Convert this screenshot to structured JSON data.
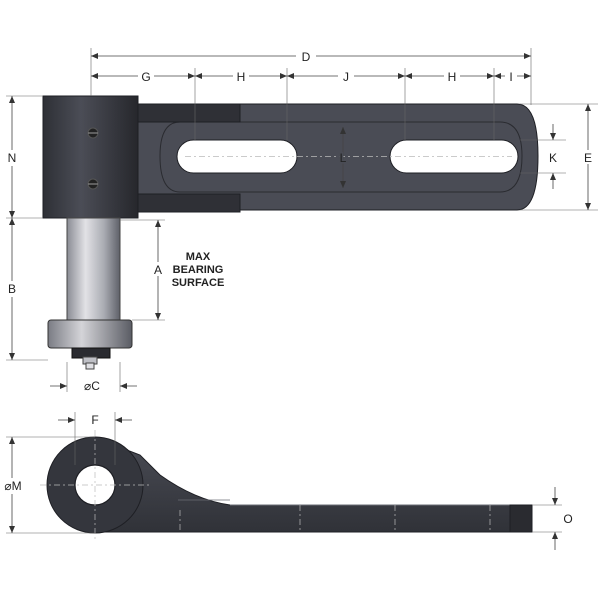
{
  "diagram": {
    "labels": {
      "D": "D",
      "G": "G",
      "H1": "H",
      "J": "J",
      "H2": "H",
      "I": "I",
      "N": "N",
      "L": "L",
      "K": "K",
      "E": "E",
      "A": "A",
      "B": "B",
      "C": "⌀C",
      "F": "F",
      "M": "⌀M",
      "O": "O"
    },
    "note_lines": [
      "MAX",
      "BEARING",
      "SURFACE"
    ],
    "colors": {
      "body": "#3c3e46",
      "body_edge": "#1e1f24",
      "pin_light": "#d8d8dc",
      "pin_dark": "#6a6c74",
      "dimension": "#444444"
    }
  }
}
